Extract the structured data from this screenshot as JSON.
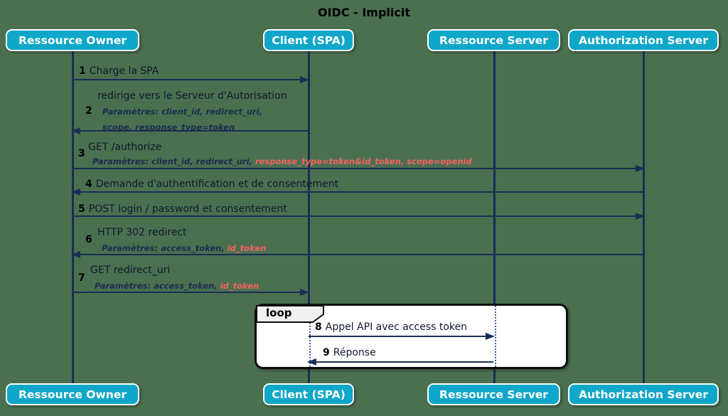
{
  "title": "OIDC - Implicit",
  "colors": {
    "accent_cyan": "#0fa7c9",
    "navy": "#1a2e55",
    "param_red": "#fb6161",
    "background_green": "#4a7050",
    "loop_fill": "#ffffff"
  },
  "actors": [
    {
      "name": "Ressource Owner"
    },
    {
      "name": "Client (SPA)"
    },
    {
      "name": "Ressource Server"
    },
    {
      "name": "Authorization Server"
    }
  ],
  "loop": {
    "label": "loop"
  },
  "messages": [
    {
      "num": "1",
      "text": "Charge la SPA"
    },
    {
      "num": "2",
      "text": "redirige vers le Serveur d'Autorisation",
      "params1": "Paramètres: client_id, redirect_uri,",
      "params2": "scope, response_type=token"
    },
    {
      "num": "3",
      "text": "GET /authorize",
      "params": "Paramètres: client_id, redirect_uri, ",
      "params_red": "response_type=token&id_token, scope=openid"
    },
    {
      "num": "4",
      "text": "Demande d'authentification et de consentement"
    },
    {
      "num": "5",
      "text": "POST login / password et consentement"
    },
    {
      "num": "6",
      "text": "HTTP 302 redirect",
      "params": "Paramètres: access_token, ",
      "params_red": "id_token"
    },
    {
      "num": "7",
      "text": "GET redirect_uri",
      "params": "Paramètres: access_token, ",
      "params_red": "id_token"
    },
    {
      "num": "8",
      "text": "Appel API avec access token"
    },
    {
      "num": "9",
      "text": "Réponse"
    }
  ]
}
